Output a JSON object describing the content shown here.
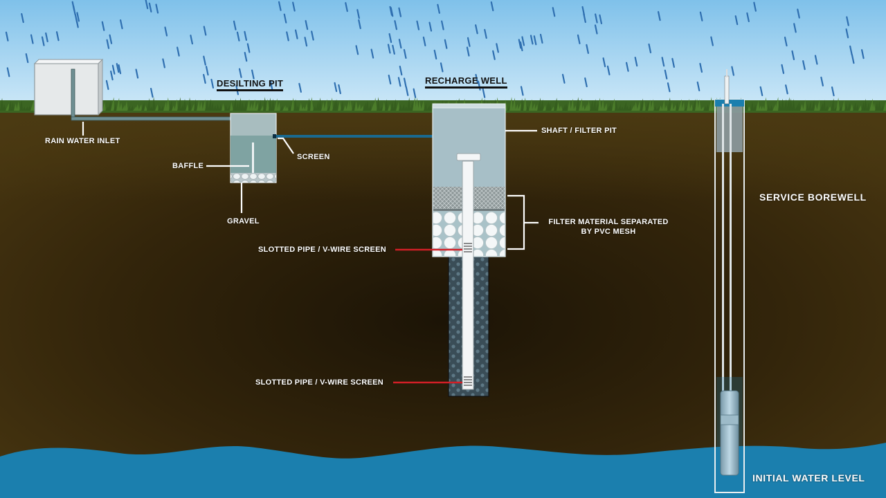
{
  "titles": {
    "desilting_pit": "DESILTING PIT",
    "recharge_well": "RECHARGE WELL"
  },
  "labels": {
    "rain_water_inlet": "RAIN WATER INLET",
    "baffle": "BAFFLE",
    "screen": "SCREEN",
    "gravel": "GRAVEL",
    "shaft_filter_pit": "SHAFT / FILTER PIT",
    "filter_material_line1": "FILTER MATERIAL SEPARATED",
    "filter_material_line2": "BY PVC MESH",
    "slotted_pipe_upper": "SLOTTED PIPE / V-WIRE SCREEN",
    "slotted_pipe_lower": "SLOTTED PIPE / V-WIRE SCREEN",
    "service_borewell": "SERVICE BOREWELL",
    "initial_water_level": "INITIAL WATER LEVEL"
  },
  "colors": {
    "sky": "#a9d6f2",
    "grass": "#3d6a23",
    "soil": "#3a2a0c",
    "water": "#1b7fae",
    "pit_water": "#8fb5b8",
    "pipe_blue": "#1a6a90",
    "pointer_red": "#d21f26"
  }
}
